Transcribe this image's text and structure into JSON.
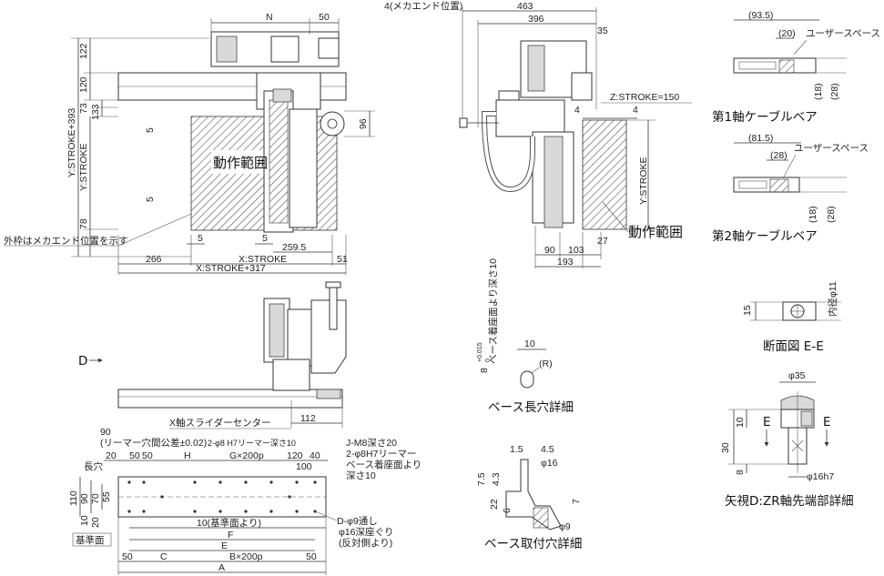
{
  "top_view": {
    "dims": {
      "N": "N",
      "d50_top": "50",
      "d122": "122",
      "y_stroke_393": "Y:STROKE+393",
      "d120": "120",
      "d133": "133",
      "d73": "73",
      "d96": "96",
      "y_stroke": "Y:STROKE",
      "d78": "78",
      "d5_a": "5",
      "d5_b": "5",
      "d5_c": "5",
      "d5_d": "5",
      "d259_5": "259.5",
      "d266": "266",
      "x_stroke": "X:STROKE",
      "d51": "51",
      "x_stroke_317": "X:STROKE+317"
    },
    "range_label": "動作範囲",
    "note": "外枠はメカエンド位置を示す"
  },
  "side_view": {
    "dims": {
      "mech_end": "4(メカエンド位置)",
      "d463": "463",
      "d396": "396",
      "d35": "35",
      "z_stroke": "Z:STROKE=150",
      "d4_a": "4",
      "d4_b": "4",
      "y_stroke": "Y:STROKE",
      "d90": "90",
      "d103": "103",
      "d27": "27",
      "d193": "193"
    },
    "range_label": "動作範囲"
  },
  "cable_bear_1": {
    "title": "第1軸ケーブルベア",
    "dims": {
      "d93_5": "(93.5)",
      "d20": "(20)",
      "d18": "(18)",
      "d28": "(28)"
    },
    "user_space": "ユーザースペース"
  },
  "cable_bear_2": {
    "title": "第2軸ケーブルベア",
    "dims": {
      "d81_5": "(81.5)",
      "d28": "(28)",
      "d18": "(18)",
      "d28b": "(28)"
    },
    "user_space": "ユーザースペース"
  },
  "section_ee": {
    "title": "断面図 E-E",
    "dims": {
      "d15": "15",
      "inner": "内径φ11"
    }
  },
  "zr_detail": {
    "title": "矢視D:ZR軸先端部詳細",
    "dims": {
      "phi35": "φ35",
      "d10": "10",
      "d30": "30",
      "d8": "8",
      "phi16h7": "φ16h7",
      "e_left": "E",
      "e_right": "E"
    }
  },
  "slot_detail": {
    "title": "ベース長穴詳細",
    "dims": {
      "d10": "10",
      "r": "(R)",
      "tol": "8",
      "tol_sup": "+0.015",
      "tol_sub": "0",
      "depth_note": "ベース着座面より深さ10"
    }
  },
  "mount_detail": {
    "title": "ベース取付穴詳細",
    "dims": {
      "d1_5": "1.5",
      "d4_5": "4.5",
      "phi16": "φ16",
      "d7_5": "7.5",
      "d4_3": "4.3",
      "d22": "22",
      "d6": "6",
      "d7": "7",
      "phi9": "φ9"
    }
  },
  "front_view": {
    "d_arrow": "D",
    "slider_center": "X軸スライダーセンター",
    "d112": "112"
  },
  "base_view": {
    "dims": {
      "d90": "90",
      "reamer_tol": "(リーマー穴間公差±0.02)",
      "pin_note": "2-φ8 H7リーマー深さ10",
      "j_m8": "J-M8深さ20",
      "phi8h7": "2-φ8H7リーマー",
      "phi8_note1": "ベース着座面より",
      "phi8_note2": "深さ10",
      "d20": "20",
      "d50_a": "50",
      "d50_b": "50",
      "H": "H",
      "G": "G×200p",
      "d120": "120",
      "d40": "40",
      "d100": "100",
      "slot": "長穴",
      "d110": "110",
      "d90v": "90",
      "d70": "70",
      "d55": "55",
      "d10v": "10",
      "d20v": "20",
      "ref10": "10(基準面より)",
      "F": "F",
      "E": "E",
      "d50_c": "50",
      "C": "C",
      "B": "B×200p",
      "d50_d": "50",
      "A": "A",
      "datum": "基準面",
      "d_phi9": "D-φ9通し",
      "phi16_cb": "φ16深座ぐり",
      "opp_side": "(反対側より)"
    }
  }
}
